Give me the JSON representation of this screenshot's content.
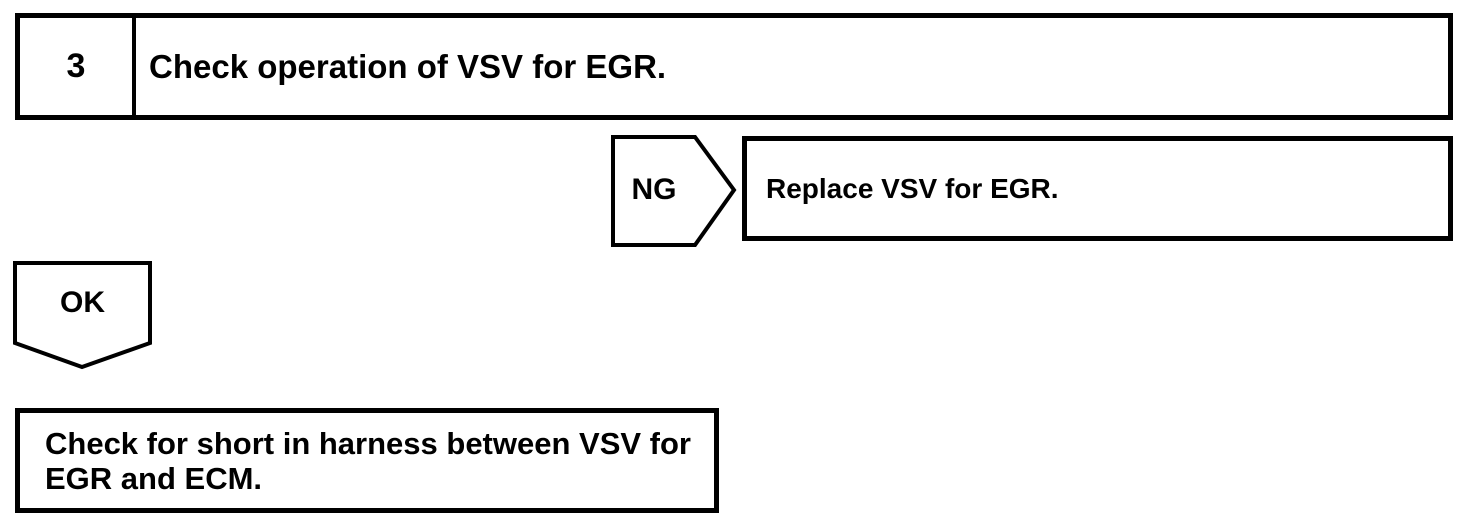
{
  "colors": {
    "ink": "#000000",
    "paper": "#ffffff"
  },
  "flowchart": {
    "step": {
      "number": "3",
      "instruction": "Check operation of VSV for EGR."
    },
    "ng_branch": {
      "label": "NG",
      "action": "Replace VSV for EGR."
    },
    "ok_branch": {
      "label": "OK"
    },
    "next_step": {
      "action_lines": [
        "Check for short in harness between VSV for",
        "EGR and ECM."
      ]
    }
  }
}
